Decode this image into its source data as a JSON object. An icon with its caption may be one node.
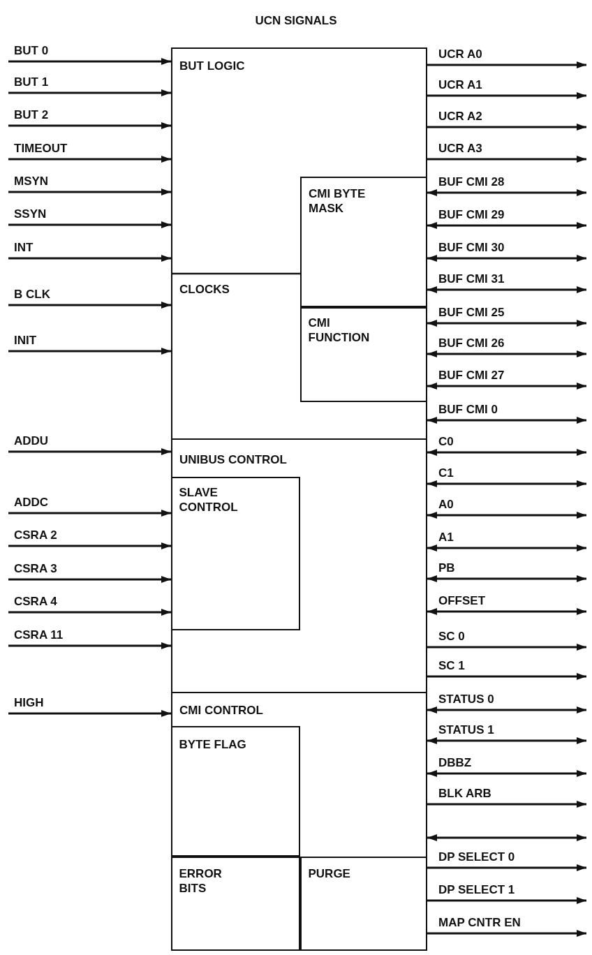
{
  "diagram": {
    "title": "UCN SIGNALS",
    "nodes": [
      {
        "text": [
          "BUT LOGIC"
        ]
      },
      {
        "text": [
          "CLOCKS"
        ]
      },
      {
        "text": [
          "CMI BYTE MASK"
        ]
      },
      {
        "text": [
          "CMI FUNCTION"
        ],
        "in": 1
      },
      {
        "text": [
          "UNIBUS CONTROL"
        ]
      },
      {
        "text": [
          "SLAVE CONTROL"
        ],
        "in": 4
      },
      {
        "text": [
          "CMI CONTROL"
        ]
      },
      {
        "text": [
          "BYTE FLAG"
        ],
        "in": 6
      },
      {
        "text": [
          "ERROR BITS"
        ],
        "in": 6
      },
      {
        "text": [
          "PURGE"
        ],
        "in": 6
      }
    ],
    "edges": [
      {
        "from": null,
        "to": 0,
        "arrow": "to",
        "label": "BUT 0"
      },
      {
        "from": null,
        "to": 0,
        "arrow": "to",
        "label": "BUT 1"
      },
      {
        "from": null,
        "to": 0,
        "arrow": "to",
        "label": "BUT 2"
      },
      {
        "from": null,
        "to": 0,
        "arrow": "to",
        "label": "TIMEOUT"
      },
      {
        "from": null,
        "to": 0,
        "arrow": "to",
        "label": "MSYN"
      },
      {
        "from": null,
        "to": 0,
        "arrow": "to",
        "label": "SSYN"
      },
      {
        "from": null,
        "to": 0,
        "arrow": "to",
        "label": "INT"
      },
      {
        "from": null,
        "to": 1,
        "arrow": "to",
        "label": "B CLK"
      },
      {
        "from": null,
        "to": 1,
        "arrow": "to",
        "label": "INIT"
      },
      {
        "from": null,
        "to": 4,
        "arrow": "to",
        "label": "ADDU"
      },
      {
        "from": null,
        "to": 5,
        "arrow": "to",
        "label": "ADDC"
      },
      {
        "from": null,
        "to": 5,
        "arrow": "to",
        "label": "CSRA 2"
      },
      {
        "from": null,
        "to": 5,
        "arrow": "to",
        "label": "CSRA 3"
      },
      {
        "from": null,
        "to": 5,
        "arrow": "to",
        "label": "CSRA 4"
      },
      {
        "from": null,
        "to": 4,
        "arrow": "to",
        "label": "CSRA 11"
      },
      {
        "from": null,
        "to": 6,
        "arrow": "to",
        "label": "HIGH"
      },
      {
        "from": 0,
        "to": null,
        "arrow": "to",
        "label": "UCR A0"
      },
      {
        "from": 0,
        "to": null,
        "arrow": "to",
        "label": "UCR A1"
      },
      {
        "from": 0,
        "to": null,
        "arrow": "to",
        "label": "UCR A2"
      },
      {
        "from": 0,
        "to": null,
        "arrow": "to",
        "label": "UCR A3"
      },
      {
        "from": 2,
        "to": null,
        "arrow": "both",
        "label": "BUF CMI 28"
      },
      {
        "from": 2,
        "to": null,
        "arrow": "both",
        "label": "BUF CMI 29"
      },
      {
        "from": 2,
        "to": null,
        "arrow": "both",
        "label": "BUF CMI 30"
      },
      {
        "from": 2,
        "to": null,
        "arrow": "both",
        "label": "BUF CMI 31"
      },
      {
        "from": 3,
        "to": null,
        "arrow": "both",
        "label": "BUF CMI 25"
      },
      {
        "from": 3,
        "to": null,
        "arrow": "both",
        "label": "BUF CMI 26"
      },
      {
        "from": 3,
        "to": null,
        "arrow": "both",
        "label": "BUF CMI 27"
      },
      {
        "from": 1,
        "to": null,
        "arrow": "both",
        "label": "BUF CMI 0"
      },
      {
        "from": 4,
        "to": null,
        "arrow": "both",
        "label": "C0"
      },
      {
        "from": 4,
        "to": null,
        "arrow": "both",
        "label": "C1"
      },
      {
        "from": 4,
        "to": null,
        "arrow": "both",
        "label": "A0"
      },
      {
        "from": 4,
        "to": null,
        "arrow": "both",
        "label": "A1"
      },
      {
        "from": 4,
        "to": null,
        "arrow": "both",
        "label": "PB"
      },
      {
        "from": 4,
        "to": null,
        "arrow": "both",
        "label": "OFFSET"
      },
      {
        "from": 4,
        "to": null,
        "arrow": "to",
        "label": "SC 0"
      },
      {
        "from": 4,
        "to": null,
        "arrow": "to",
        "label": "SC 1"
      },
      {
        "from": 6,
        "to": null,
        "arrow": "both",
        "label": "STATUS 0"
      },
      {
        "from": 6,
        "to": null,
        "arrow": "both",
        "label": "STATUS 1"
      },
      {
        "from": 6,
        "to": null,
        "arrow": "both",
        "label": "DBBZ"
      },
      {
        "from": 6,
        "to": null,
        "arrow": "to",
        "label": "BLK ARB"
      },
      {
        "from": 6,
        "to": null,
        "arrow": "both"
      },
      {
        "from": 9,
        "to": null,
        "arrow": "to",
        "label": "DP SELECT 0"
      },
      {
        "from": 9,
        "to": null,
        "arrow": "to",
        "label": "DP SELECT 1"
      },
      {
        "from": 9,
        "to": null,
        "arrow": "to",
        "label": "MAP CNTR EN"
      }
    ]
  }
}
